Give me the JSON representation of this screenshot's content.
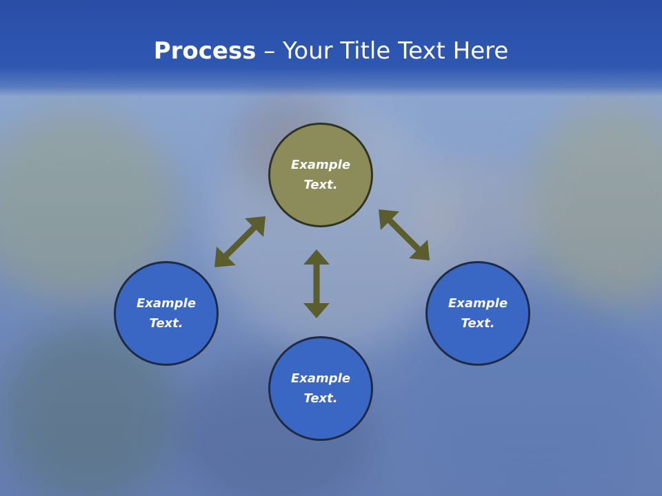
{
  "slide": {
    "title_bold": "Process",
    "title_rest": " – Your Title Text Here"
  },
  "circles": {
    "top": "Example\nText.",
    "left": "Example\nText.",
    "right": "Example\nText.",
    "bottom": "Example\nText."
  },
  "colors": {
    "title_bar": "#2f58b2",
    "circle_blue": "#3a66c4",
    "circle_olive": "#8c8c5a",
    "arrow": "#5b5e2c"
  }
}
